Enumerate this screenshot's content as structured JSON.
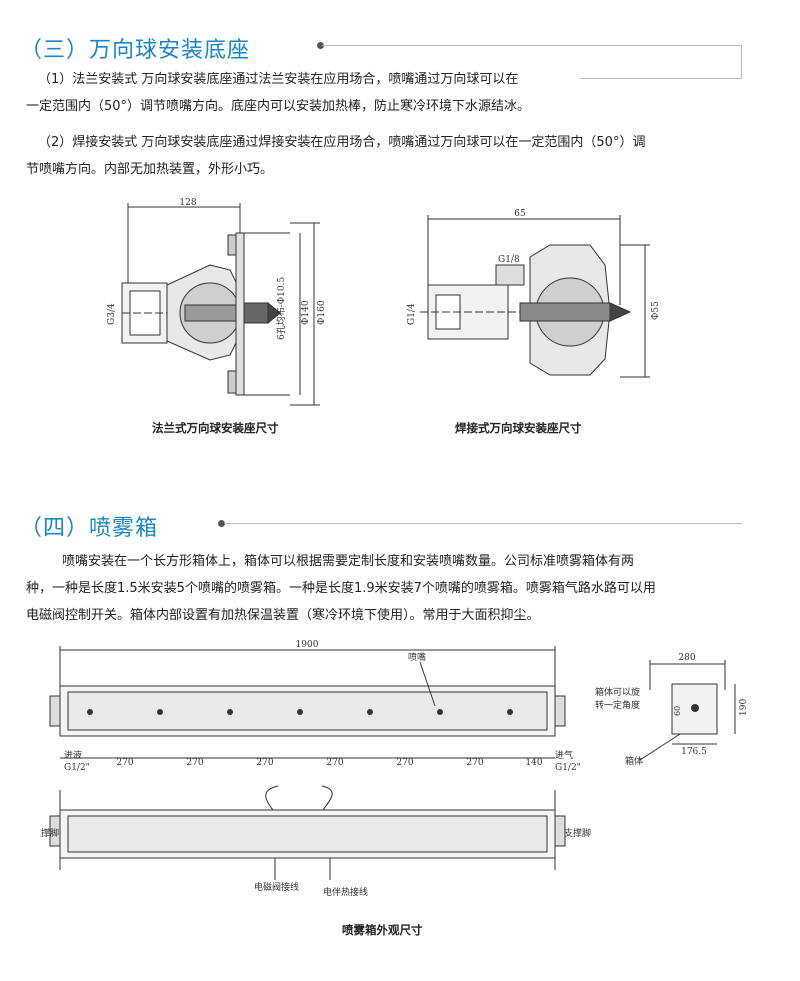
{
  "section3": {
    "title": "（三）万向球安装底座",
    "p1_line1": "（1）法兰安装式  万向球安装底座通过法兰安装在应用场合，喷嘴通过万向球可以在",
    "p1_line2": "一定范围内（50°）调节喷嘴方向。底座内可以安装加热棒，防止寒冷环境下水源结冰。",
    "p2_line1": "（2）焊接安装式  万向球安装底座通过焊接安装在应用场合，喷嘴通过万向球可以在一定范围内（50°）调",
    "p2_line2": "节喷嘴方向。内部无加热装置，外形小巧。",
    "fig_left": {
      "caption": "法兰式万向球安装座尺寸",
      "dim_top": "128",
      "dim_thread": "G3/4",
      "dim_holes": "6孔均布-Φ10.5",
      "dim_phi140": "Φ140",
      "dim_phi160": "Φ160"
    },
    "fig_right": {
      "caption": "焊接式万向球安装座尺寸",
      "dim_top": "65",
      "dim_g18": "G1/8",
      "dim_thread": "G1/4",
      "dim_phi55": "Φ55"
    }
  },
  "section4": {
    "title": "（四）喷雾箱",
    "p_line1": "喷嘴安装在一个长方形箱体上，箱体可以根据需要定制长度和安装喷嘴数量。公司标准喷雾箱体有两",
    "p_line2": "种，一种是长度1.5米安装5个喷嘴的喷雾箱。一种是长度1.9米安装7个喷嘴的喷雾箱。喷雾箱气路水路可以用",
    "p_line3": "电磁阀控制开关。箱体内部设置有加热保温装置（寒冷环境下使用）。常用于大面积抑尘。",
    "fig": {
      "caption": "喷雾箱外观尺寸",
      "dim_total": "1900",
      "label_nozzle": "喷嘴",
      "label_inlet_liquid": "进液",
      "label_inlet_liquid_thread": "G1/2\"",
      "label_inlet_air": "进气",
      "label_inlet_air_thread": "G1/2\"",
      "spacings": [
        "270",
        "270",
        "270",
        "270",
        "270",
        "270",
        "140"
      ],
      "label_support_left": "支撑脚",
      "label_support_right": "支撑脚",
      "label_solenoid": "电磁阀接线",
      "label_heater": "电伴热接线",
      "side_dim_top": "280",
      "side_dim_right": "190",
      "side_dim_bottom": "176.5",
      "side_dim_60": "60",
      "side_label_rotate_1": "箱体可以旋",
      "side_label_rotate_2": "转一定角度",
      "side_label_box": "箱体"
    }
  }
}
